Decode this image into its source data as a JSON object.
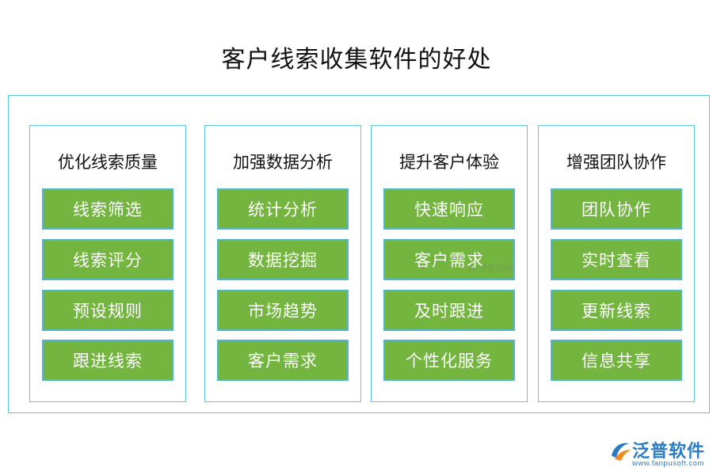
{
  "title": "客户线索收集软件的好处",
  "columns": [
    {
      "heading": "优化线索质量",
      "items": [
        "线索筛选",
        "线索评分",
        "预设规则",
        "跟进线索"
      ]
    },
    {
      "heading": "加强数据分析",
      "items": [
        "统计分析",
        "数据挖掘",
        "市场趋势",
        "客户需求"
      ]
    },
    {
      "heading": "提升客户体验",
      "items": [
        "快速响应",
        "客户需求",
        "及时跟进",
        "个性化服务"
      ]
    },
    {
      "heading": "增强团队协作",
      "items": [
        "团队协作",
        "实时查看",
        "更新线索",
        "信息共享"
      ]
    }
  ],
  "watermark": "泛普软件",
  "logo": {
    "name": "泛普软件",
    "url": "www.fanpusoft.com"
  },
  "colors": {
    "item_fill": "#73b53e",
    "item_border": "#4db8cf",
    "frame_border": "#5bc6dc",
    "logo_blue": "#2b7bc4",
    "logo_orange": "#f08a24"
  }
}
